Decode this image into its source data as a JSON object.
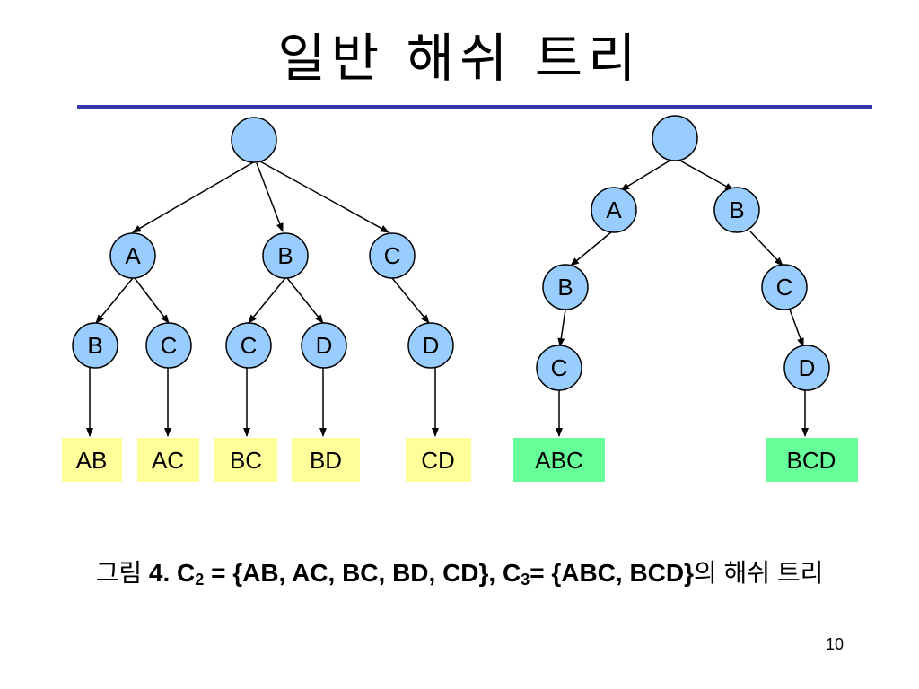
{
  "title": "일반 해쉬 트리",
  "colors": {
    "rule": "#3333aa",
    "node_fill": "#99ccff",
    "leaf_yellow": "#ffff99",
    "leaf_green": "#66ff99"
  },
  "trees": [
    {
      "name": "C2",
      "root": "",
      "level1": [
        "A",
        "B",
        "C"
      ],
      "level2": [
        "B",
        "C",
        "C",
        "D",
        "D"
      ],
      "leaves": [
        "AB",
        "AC",
        "BC",
        "BD",
        "CD"
      ]
    },
    {
      "name": "C3",
      "root": "",
      "level1": [
        "A",
        "B"
      ],
      "level2": [
        "B",
        "C"
      ],
      "level3": [
        "C",
        "D"
      ],
      "leaves": [
        "ABC",
        "BCD"
      ]
    }
  ],
  "caption": {
    "prefix": "그림 ",
    "fig": "4. C",
    "sub1": "2",
    "set1": " = {AB, AC, BC, BD, CD}, C",
    "sub2": "3",
    "set2": "= {ABC, BCD}",
    "suffix": "의 해쉬 트리"
  },
  "page_number": "10"
}
